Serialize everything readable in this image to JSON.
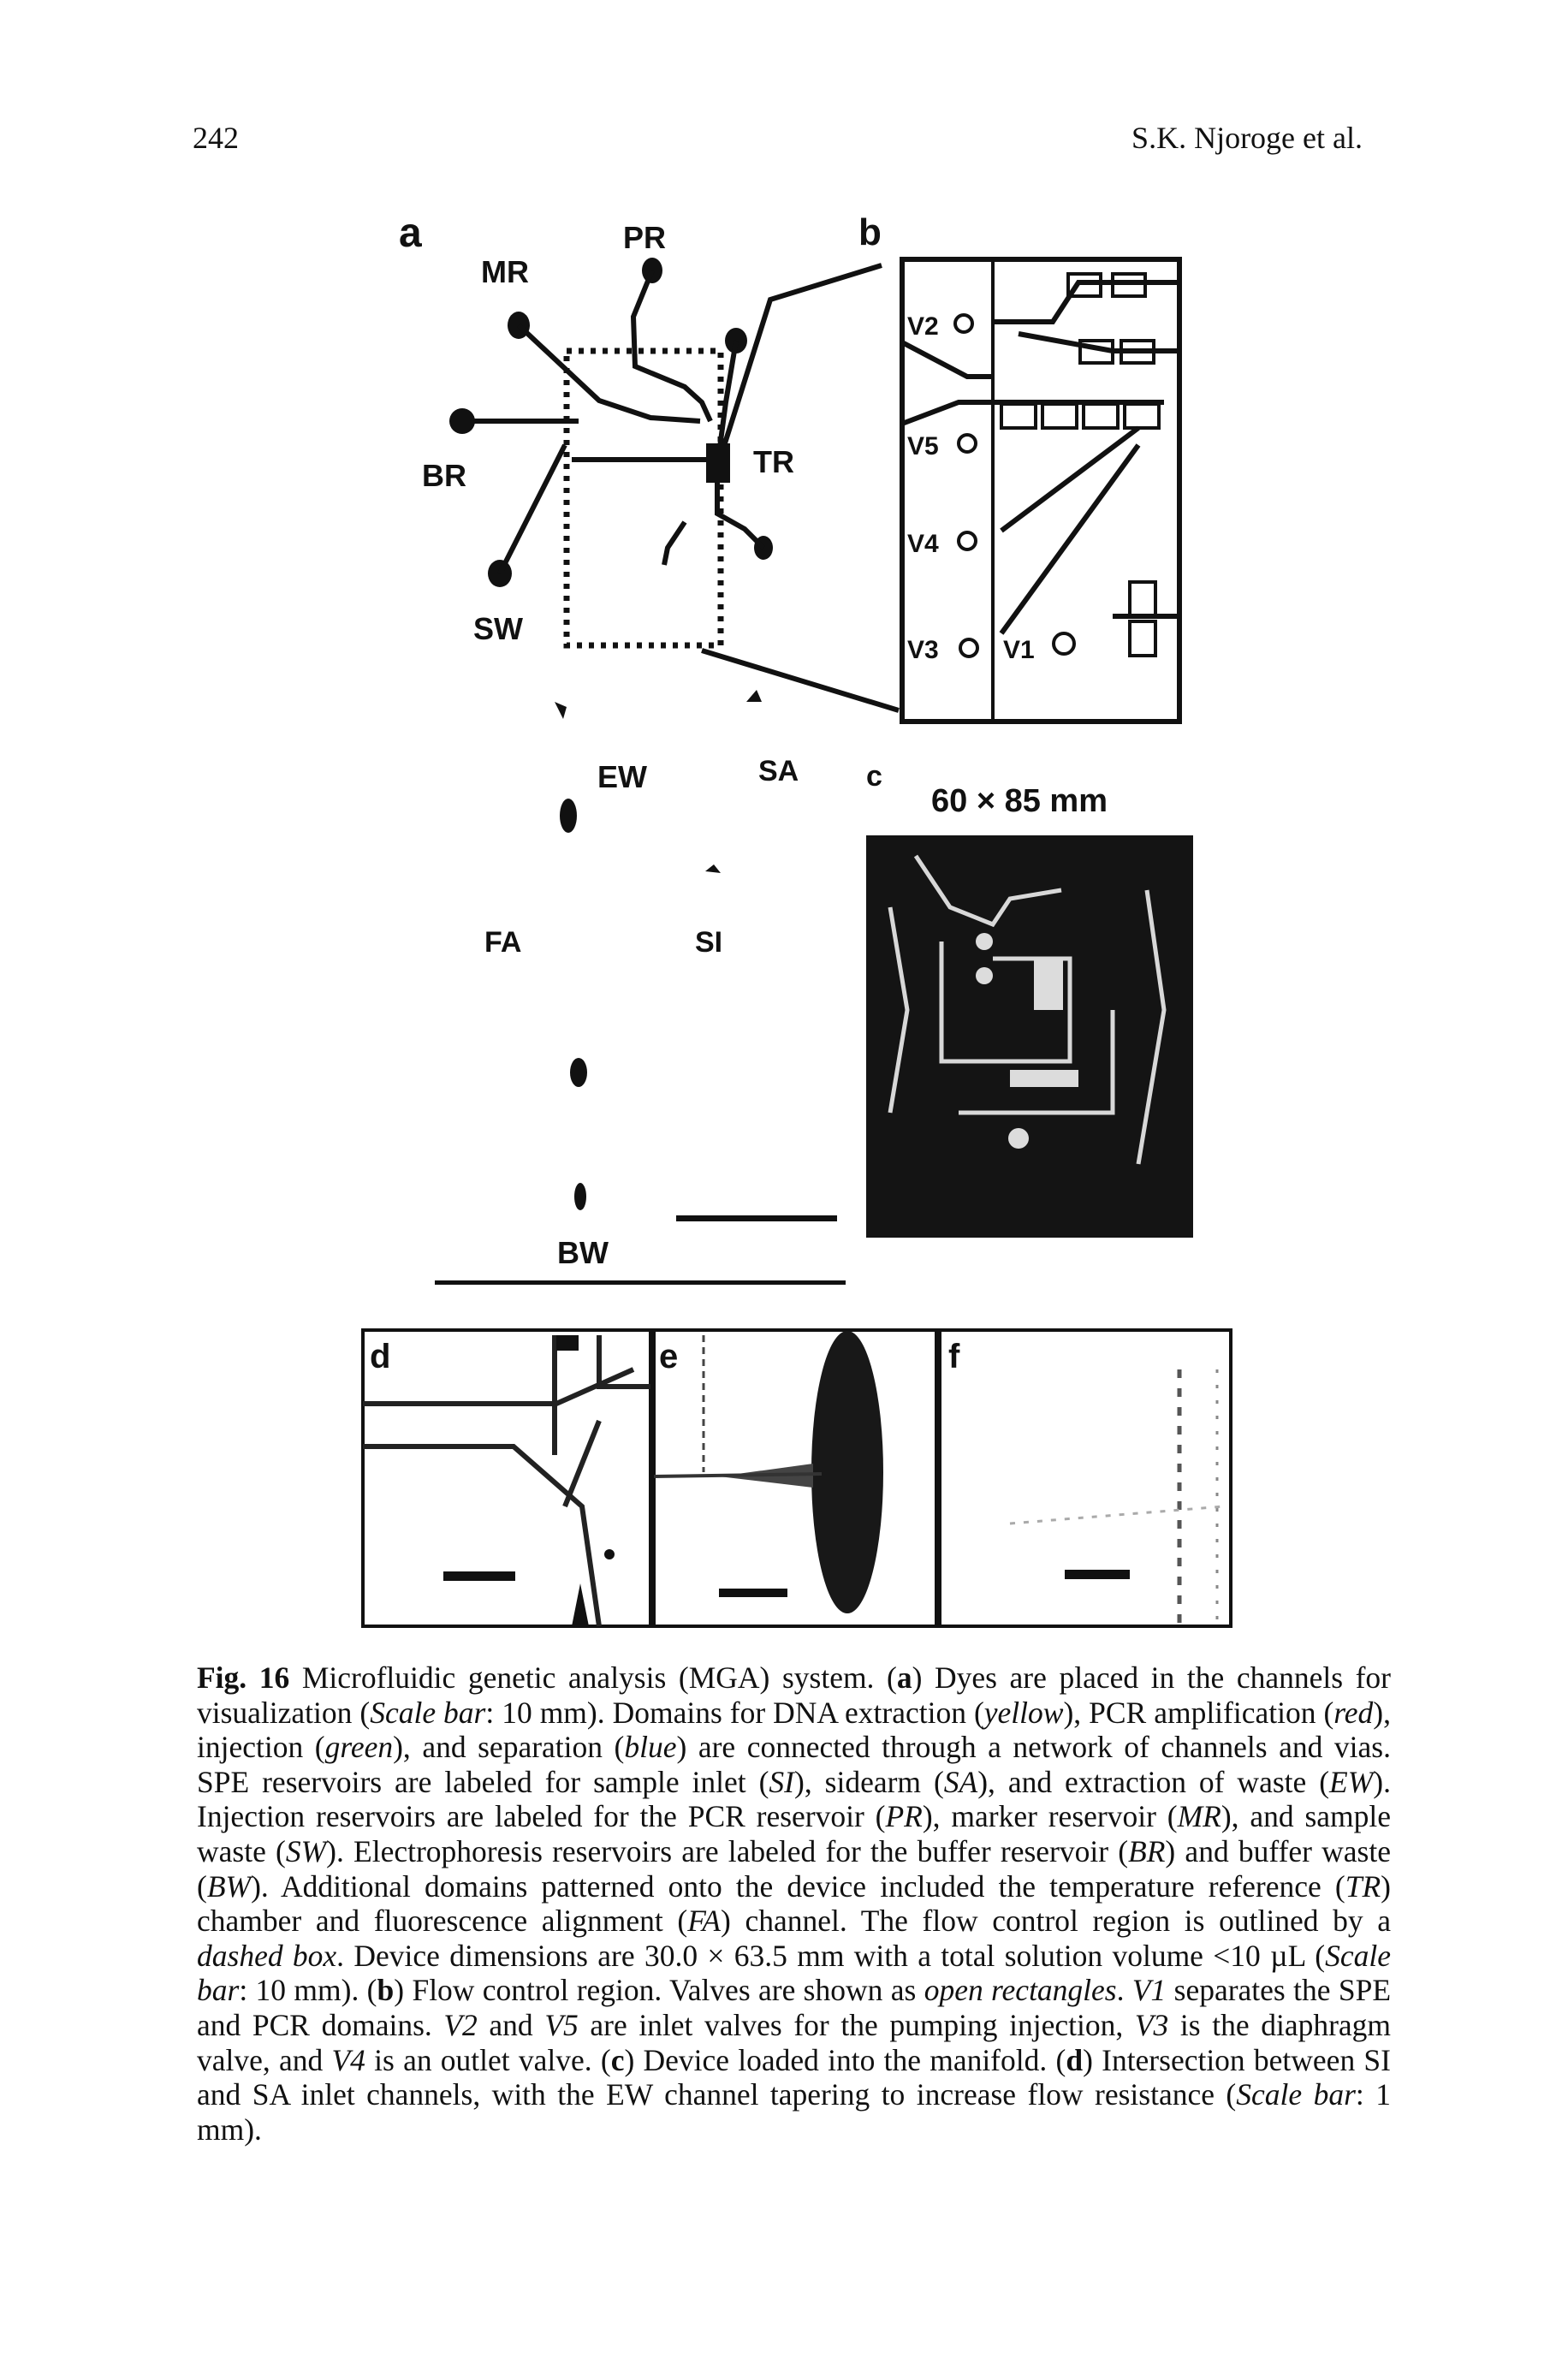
{
  "header": {
    "page_number": "242",
    "running_head": "S.K. Njoroge et al."
  },
  "figure": {
    "panel_a": {
      "letter": "a",
      "labels": {
        "mr": "MR",
        "pr": "PR",
        "br": "BR",
        "tr": "TR",
        "sw": "SW",
        "ew": "EW",
        "sa": "SA",
        "fa": "FA",
        "si": "SI",
        "bw": "BW"
      }
    },
    "panel_b": {
      "letter": "b",
      "valves": [
        "V2",
        "V5",
        "V4",
        "V3",
        "V1"
      ]
    },
    "panel_c": {
      "letter": "c",
      "dimensions": "60 × 85 mm"
    },
    "panel_d": {
      "letter": "d"
    },
    "panel_e": {
      "letter": "e"
    },
    "panel_f": {
      "letter": "f"
    }
  },
  "caption": {
    "fig_label": "Fig. 16",
    "segments": [
      {
        "t": " Microfluidic genetic analysis (MGA) system. ("
      },
      {
        "t": "a",
        "b": true
      },
      {
        "t": ") Dyes are placed in the channels for visualization ("
      },
      {
        "t": "Scale bar",
        "i": true
      },
      {
        "t": ": 10 mm). Domains for DNA extraction ("
      },
      {
        "t": "yellow",
        "i": true
      },
      {
        "t": "), PCR amplification ("
      },
      {
        "t": "red",
        "i": true
      },
      {
        "t": "), injection ("
      },
      {
        "t": "green",
        "i": true
      },
      {
        "t": "), and separation ("
      },
      {
        "t": "blue",
        "i": true
      },
      {
        "t": ") are connected through a network of channels and vias. SPE reservoirs are labeled for sample inlet ("
      },
      {
        "t": "SI",
        "i": true
      },
      {
        "t": "), sidearm ("
      },
      {
        "t": "SA",
        "i": true
      },
      {
        "t": "), and extraction of waste ("
      },
      {
        "t": "EW",
        "i": true
      },
      {
        "t": "). Injection reservoirs are labeled for the PCR reservoir ("
      },
      {
        "t": "PR",
        "i": true
      },
      {
        "t": "), marker reservoir ("
      },
      {
        "t": "MR",
        "i": true
      },
      {
        "t": "), and sample waste ("
      },
      {
        "t": "SW",
        "i": true
      },
      {
        "t": "). Electrophoresis reservoirs are labeled for the buffer reservoir ("
      },
      {
        "t": "BR",
        "i": true
      },
      {
        "t": ") and buffer waste ("
      },
      {
        "t": "BW",
        "i": true
      },
      {
        "t": "). Additional domains patterned onto the device included the temperature reference ("
      },
      {
        "t": "TR",
        "i": true
      },
      {
        "t": ") chamber and fluorescence alignment ("
      },
      {
        "t": "FA",
        "i": true
      },
      {
        "t": ") channel. The flow control region is outlined by a "
      },
      {
        "t": "dashed box",
        "i": true
      },
      {
        "t": ". Device dimensions are 30.0 × 63.5 mm with a total solution volume <10 µL ("
      },
      {
        "t": "Scale bar",
        "i": true
      },
      {
        "t": ": 10 mm). ("
      },
      {
        "t": "b",
        "b": true
      },
      {
        "t": ") Flow control region. Valves are shown as "
      },
      {
        "t": "open rectangles",
        "i": true
      },
      {
        "t": ". "
      },
      {
        "t": "V1",
        "i": true
      },
      {
        "t": " separates the SPE and PCR domains. "
      },
      {
        "t": "V2",
        "i": true
      },
      {
        "t": " and "
      },
      {
        "t": "V5",
        "i": true
      },
      {
        "t": " are inlet valves for the pumping injection, "
      },
      {
        "t": "V3",
        "i": true
      },
      {
        "t": " is the diaphragm valve, and "
      },
      {
        "t": "V4",
        "i": true
      },
      {
        "t": " is an outlet valve. ("
      },
      {
        "t": "c",
        "b": true
      },
      {
        "t": ") Device loaded into the manifold. ("
      },
      {
        "t": "d",
        "b": true
      },
      {
        "t": ") Intersection between SI and SA inlet channels, with the EW channel tapering to increase flow resistance ("
      },
      {
        "t": "Scale bar",
        "i": true
      },
      {
        "t": ": 1 mm)."
      }
    ]
  }
}
